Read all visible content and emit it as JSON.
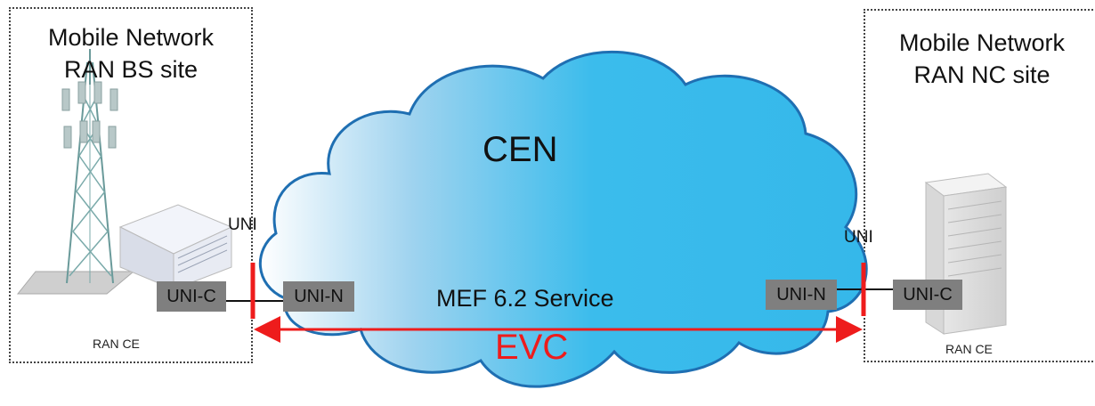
{
  "left_site": {
    "title_line1": "Mobile Network",
    "title_line2": "RAN BS site",
    "ce_label": "RAN CE"
  },
  "right_site": {
    "title_line1": "Mobile Network",
    "title_line2": "RAN NC site",
    "ce_label": "RAN CE"
  },
  "cloud": {
    "label": "CEN",
    "service_label": "MEF 6.2 Service",
    "gradient": [
      "#ffffff",
      "#9fd3ef",
      "#3bbcec"
    ]
  },
  "left_uni": {
    "label": "UNI",
    "c_label": "UNI-C",
    "n_label": "UNI-N"
  },
  "right_uni": {
    "label": "UNI",
    "c_label": "UNI-C",
    "n_label": "UNI-N"
  },
  "evc": {
    "label": "EVC",
    "color": "#ee1c1c"
  },
  "icons": {
    "left": [
      "cell-tower-icon",
      "base-station-device-icon"
    ],
    "right": [
      "server-rack-icon"
    ]
  }
}
